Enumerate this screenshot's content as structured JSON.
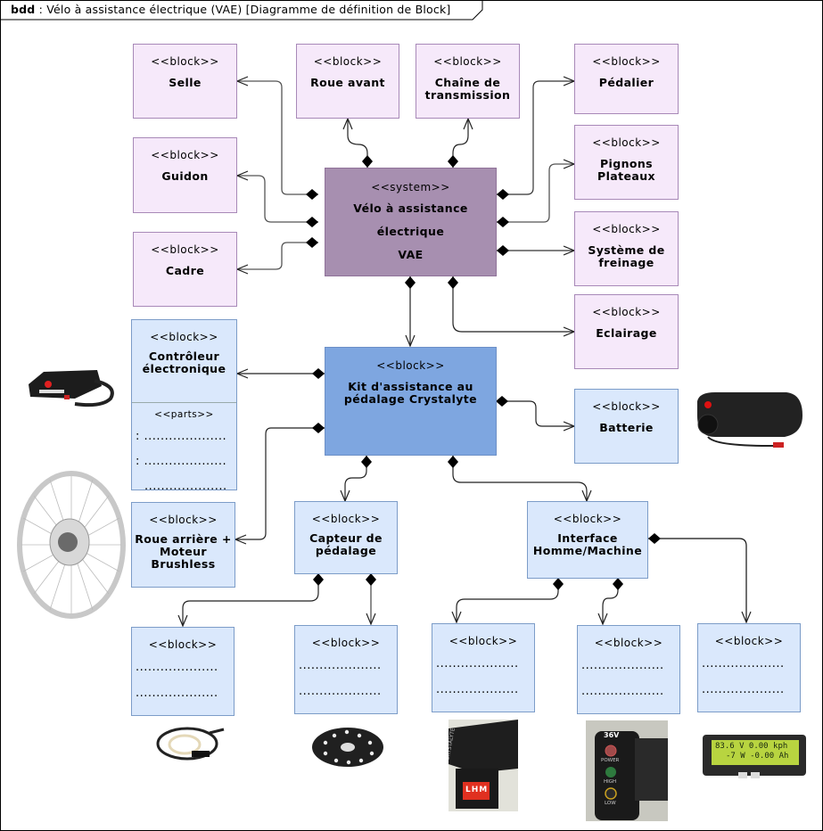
{
  "diagram": {
    "kind": "bdd",
    "title": "Vélo à assistance électrique (VAE) [Diagramme de définition de Block]"
  },
  "stereotypes": {
    "block": "<<block>>",
    "system": "<<system>>",
    "parts": "<<parts>>"
  },
  "blocks": {
    "selle": "Selle",
    "roue_avant": "Roue avant",
    "chaine_l1": "Chaîne de",
    "chaine_l2": "transmission",
    "pedalier": "Pédalier",
    "pignons_l1": "Pignons",
    "pignons_l2": "Plateaux",
    "guidon": "Guidon",
    "cadre": "Cadre",
    "freinage_l1": "Système de",
    "freinage_l2": "freinage",
    "eclairage": "Eclairage",
    "system_l1": "Vélo à assistance",
    "system_l2": "électrique",
    "system_l3": "VAE",
    "kit_l1": "Kit d'assistance au",
    "kit_l2": "pédalage Crystalyte",
    "controleur_l1": "Contrôleur",
    "controleur_l2": "électronique",
    "batterie": "Batterie",
    "roue_arriere_l1": "Roue arrière +",
    "roue_arriere_l2": "Moteur",
    "roue_arriere_l3": "Brushless",
    "capteur_l1": "Capteur de",
    "capteur_l2": "pédalage",
    "ihm_l1": "Interface",
    "ihm_l2": "Homme/Machine"
  },
  "placeholders": {
    "part_line": ": ....................",
    "part_line_nocolon": "....................",
    "line": "...................."
  },
  "display_readout": {
    "line1": "83.6 V 0.00 kph",
    "line2": "-7 W -0.00 Ah"
  },
  "throttle_labels": {
    "voltage": "36V",
    "power": "POWER",
    "high": "HIGH",
    "low": "LOW",
    "button": "LHM",
    "brand": "CRYSTALYTE"
  },
  "colors": {
    "structure_block": "#f6e9fa",
    "system_block": "#a78fb0",
    "kit_block": "#7ea6e0",
    "component_block": "#dae8fc"
  }
}
